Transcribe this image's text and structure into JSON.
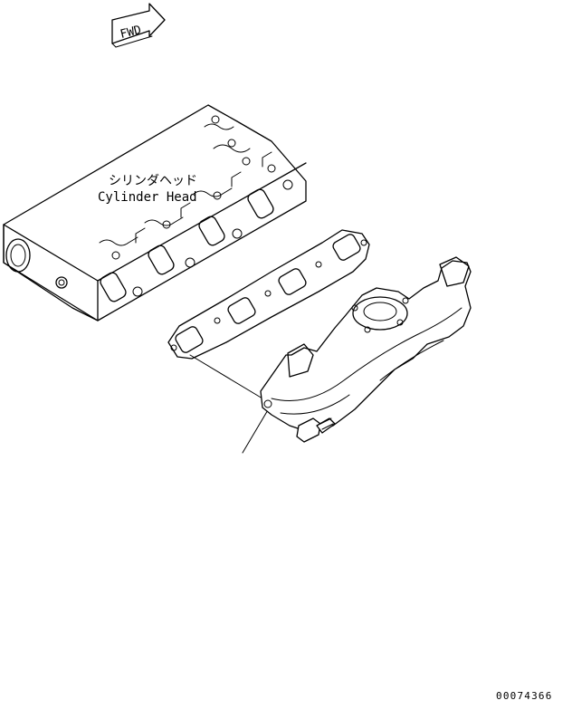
{
  "labels": {
    "fwd": "FWD",
    "cylinder_head_jp": "シリンダヘッド",
    "cylinder_head_en": "Cylinder Head",
    "drawing_number": "00074366"
  },
  "colors": {
    "line": "#000000",
    "background": "#ffffff"
  }
}
